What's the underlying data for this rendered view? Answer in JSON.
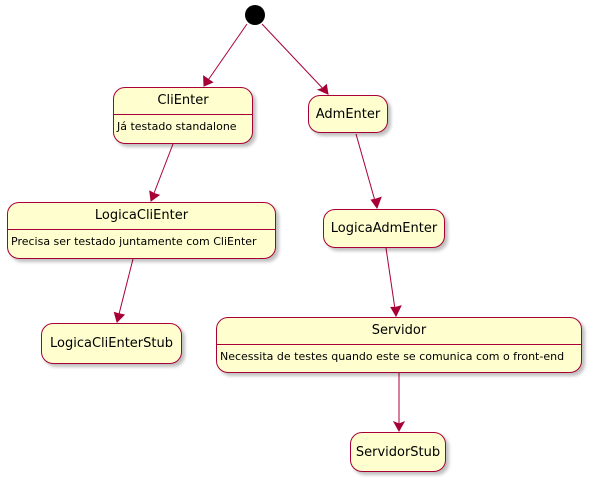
{
  "diagram": {
    "states": {
      "clienter": {
        "name": "CliEnter",
        "description": "Já testado standalone"
      },
      "admenter": {
        "name": "AdmEnter"
      },
      "logica_clienter": {
        "name": "LogicaCliEnter",
        "description": "Precisa ser testado juntamente com CliEnter"
      },
      "logica_admenter": {
        "name": "LogicaAdmEnter"
      },
      "logica_clienter_stub": {
        "name": "LogicaCliEnterStub"
      },
      "servidor": {
        "name": "Servidor",
        "description": "Necessita de testes quando este se comunica com o front-end"
      },
      "servidor_stub": {
        "name": "ServidorStub"
      }
    },
    "transitions": [
      {
        "from": "start",
        "to": "clienter"
      },
      {
        "from": "start",
        "to": "admenter"
      },
      {
        "from": "clienter",
        "to": "logica_clienter"
      },
      {
        "from": "logica_clienter",
        "to": "logica_clienter_stub"
      },
      {
        "from": "admenter",
        "to": "logica_admenter"
      },
      {
        "from": "logica_admenter",
        "to": "servidor"
      },
      {
        "from": "servidor",
        "to": "servidor_stub"
      }
    ],
    "colors": {
      "state_fill": "#fefece",
      "border": "#a80036",
      "arrow": "#a80036",
      "start": "#000000"
    }
  }
}
